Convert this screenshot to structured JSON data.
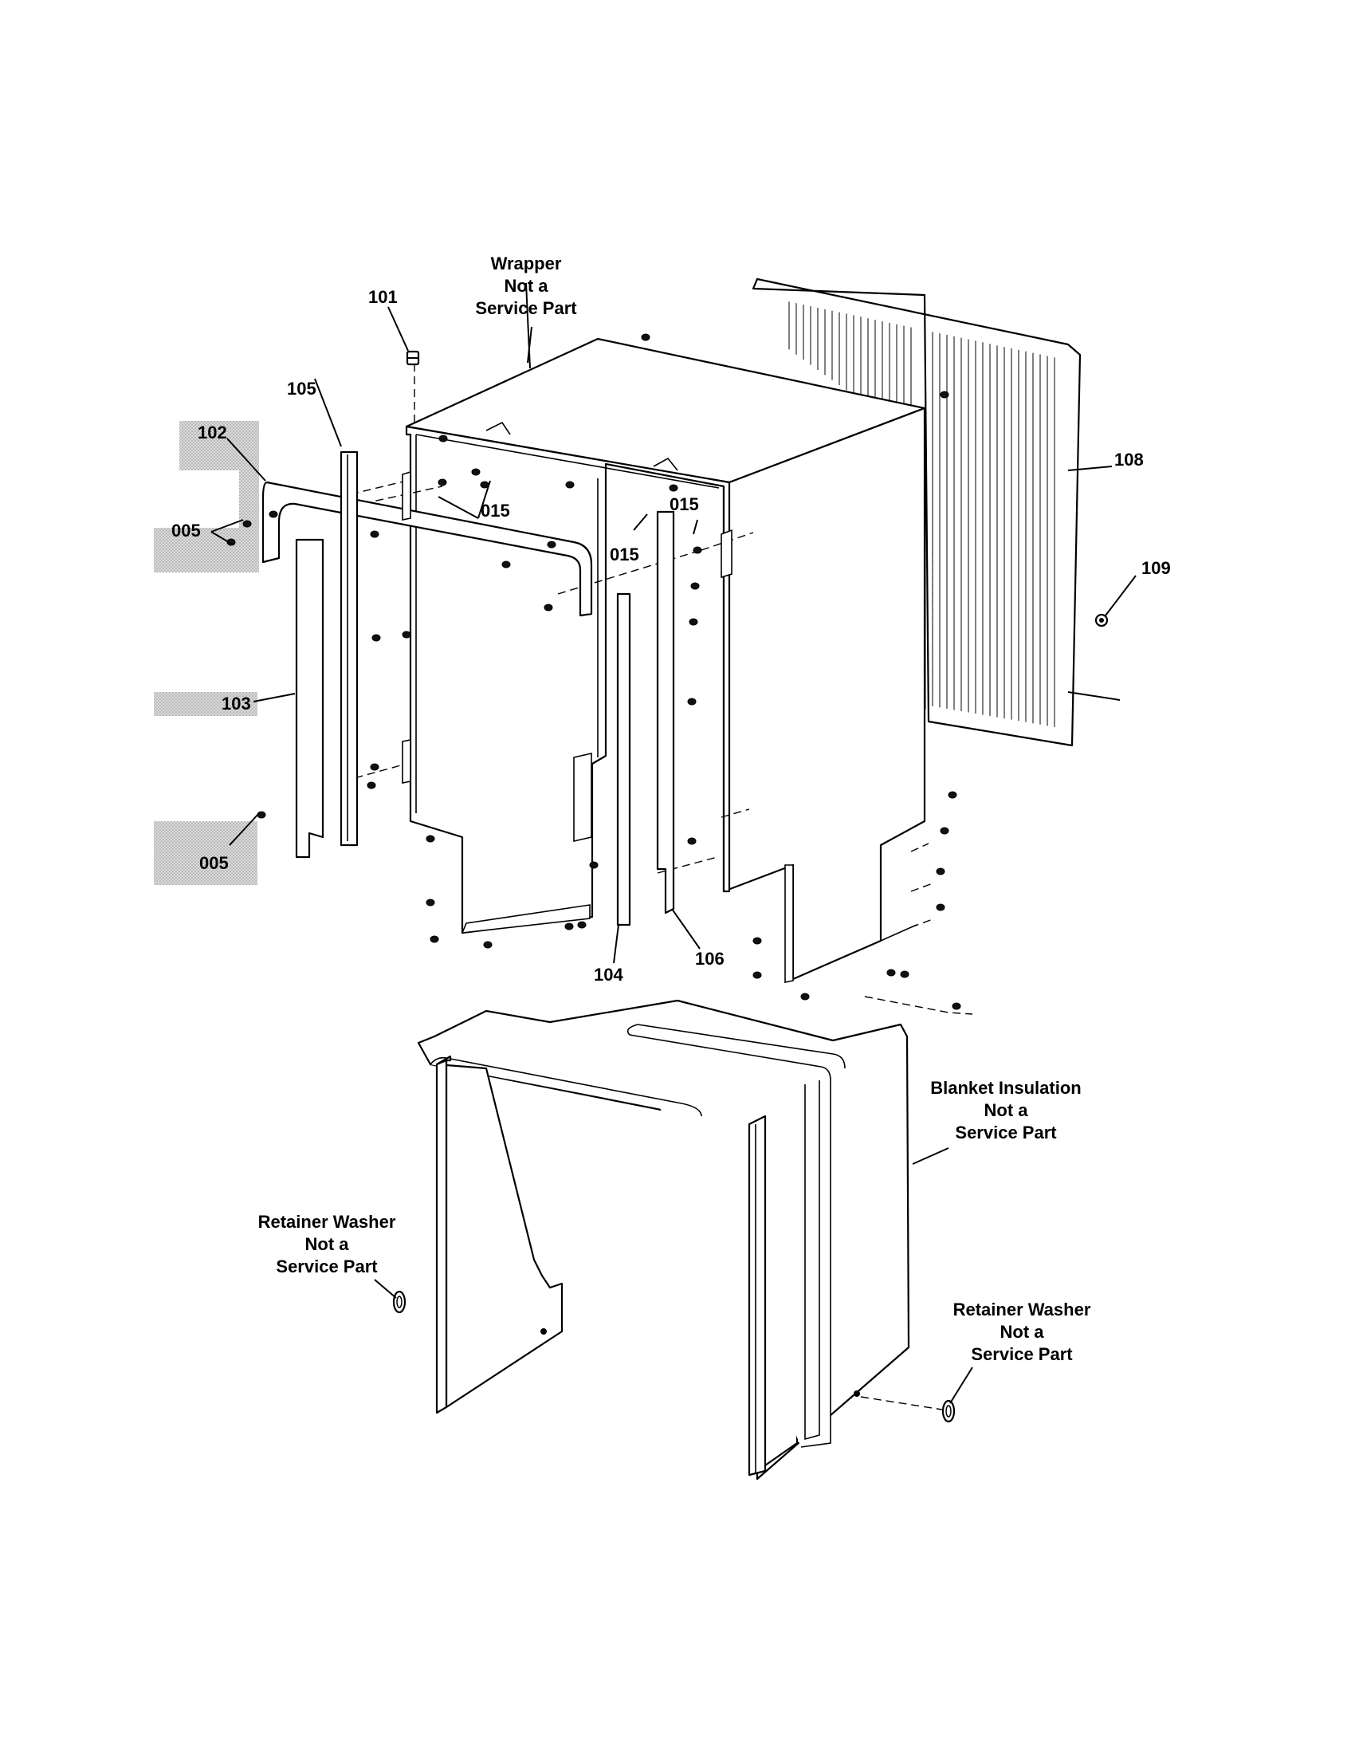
{
  "labels": {
    "wrapper": [
      "Wrapper",
      "Not a",
      "Service Part"
    ],
    "blanket_insulation": [
      "Blanket Insulation",
      "Not a",
      "Service Part"
    ],
    "retainer_washer_left": [
      "Retainer Washer",
      "Not a",
      "Service Part"
    ],
    "retainer_washer_right": [
      "Retainer Washer",
      "Not a",
      "Service Part"
    ]
  },
  "part_numbers": {
    "p101": "101",
    "p102": "102",
    "p103": "103",
    "p104": "104",
    "p105": "105",
    "p106": "106",
    "p108": "108",
    "p109": "109",
    "p005_upper": "005",
    "p005_lower": "005",
    "p015_a": "015",
    "p015_b": "015",
    "p015_c": "015"
  }
}
